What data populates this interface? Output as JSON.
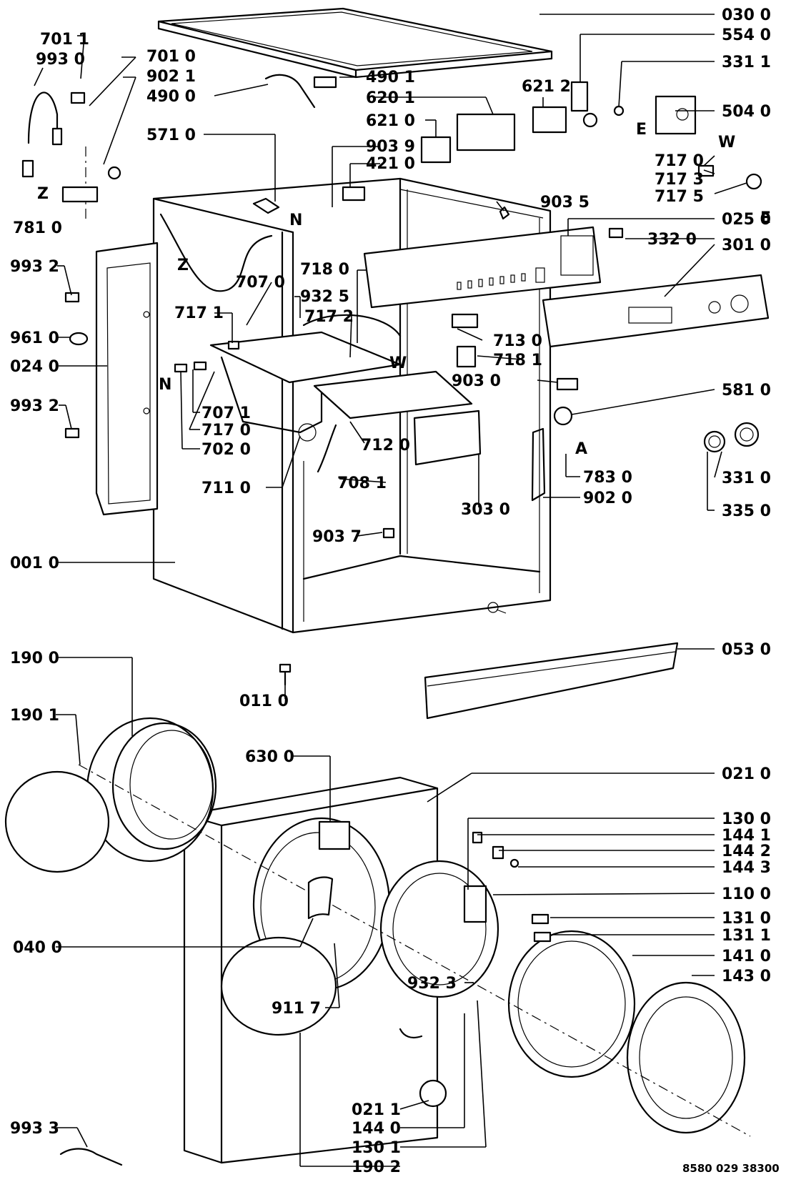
{
  "diagram": {
    "doc_code": "8580 029 38300",
    "callouts": [
      {
        "id": "c1",
        "text": "701 1"
      },
      {
        "id": "c2",
        "text": "993 0"
      },
      {
        "id": "c3",
        "text": "701 0"
      },
      {
        "id": "c4",
        "text": "902 1"
      },
      {
        "id": "c5",
        "text": "490 0"
      },
      {
        "id": "c6",
        "text": "490 1"
      },
      {
        "id": "c7",
        "text": "620 1"
      },
      {
        "id": "c8",
        "text": "030 0"
      },
      {
        "id": "c9",
        "text": "554 0"
      },
      {
        "id": "c10",
        "text": "331 1"
      },
      {
        "id": "c11",
        "text": "504 0"
      },
      {
        "id": "c12",
        "text": "621 2"
      },
      {
        "id": "c13",
        "text": "621 0"
      },
      {
        "id": "c14",
        "text": "903 9"
      },
      {
        "id": "c15",
        "text": "421 0"
      },
      {
        "id": "c16",
        "text": "571 0"
      },
      {
        "id": "c17",
        "text": "717 0"
      },
      {
        "id": "c18",
        "text": "717 3"
      },
      {
        "id": "c19",
        "text": "717 5"
      },
      {
        "id": "c20",
        "text": "781 0"
      },
      {
        "id": "c21",
        "text": "903 5"
      },
      {
        "id": "c22",
        "text": "025 0"
      },
      {
        "id": "c23",
        "text": "332 0"
      },
      {
        "id": "c24",
        "text": "301 0"
      },
      {
        "id": "c25",
        "text": "993 2"
      },
      {
        "id": "c26",
        "text": "707 0"
      },
      {
        "id": "c27",
        "text": "932 5"
      },
      {
        "id": "c28",
        "text": "718 0"
      },
      {
        "id": "c29",
        "text": "717 1"
      },
      {
        "id": "c30",
        "text": "717 2"
      },
      {
        "id": "c31",
        "text": "961 0"
      },
      {
        "id": "c32",
        "text": "024 0"
      },
      {
        "id": "c33",
        "text": "713 0"
      },
      {
        "id": "c34",
        "text": "718 1"
      },
      {
        "id": "c35",
        "text": "903 0"
      },
      {
        "id": "c36",
        "text": "993 2"
      },
      {
        "id": "c37",
        "text": "707 1"
      },
      {
        "id": "c38",
        "text": "717 0"
      },
      {
        "id": "c39",
        "text": "702 0"
      },
      {
        "id": "c40",
        "text": "712 0"
      },
      {
        "id": "c41",
        "text": "581 0"
      },
      {
        "id": "c42",
        "text": "711 0"
      },
      {
        "id": "c43",
        "text": "708 1"
      },
      {
        "id": "c44",
        "text": "783 0"
      },
      {
        "id": "c45",
        "text": "902 0"
      },
      {
        "id": "c46",
        "text": "331 0"
      },
      {
        "id": "c47",
        "text": "303 0"
      },
      {
        "id": "c48",
        "text": "335 0"
      },
      {
        "id": "c49",
        "text": "903 7"
      },
      {
        "id": "c50",
        "text": "001 0"
      },
      {
        "id": "c51",
        "text": "190 0"
      },
      {
        "id": "c52",
        "text": "053 0"
      },
      {
        "id": "c53",
        "text": "011 0"
      },
      {
        "id": "c54",
        "text": "190 1"
      },
      {
        "id": "c55",
        "text": "630 0"
      },
      {
        "id": "c56",
        "text": "021 0"
      },
      {
        "id": "c57",
        "text": "130 0"
      },
      {
        "id": "c58",
        "text": "144 1"
      },
      {
        "id": "c59",
        "text": "144 2"
      },
      {
        "id": "c60",
        "text": "144 3"
      },
      {
        "id": "c61",
        "text": "110 0"
      },
      {
        "id": "c62",
        "text": "131 0"
      },
      {
        "id": "c63",
        "text": "131 1"
      },
      {
        "id": "c64",
        "text": "040 0"
      },
      {
        "id": "c65",
        "text": "141 0"
      },
      {
        "id": "c66",
        "text": "143 0"
      },
      {
        "id": "c67",
        "text": "932 3"
      },
      {
        "id": "c68",
        "text": "911 7"
      },
      {
        "id": "c69",
        "text": "993 3"
      },
      {
        "id": "c70",
        "text": "021 1"
      },
      {
        "id": "c71",
        "text": "144 0"
      },
      {
        "id": "c72",
        "text": "130 1"
      },
      {
        "id": "c73",
        "text": "190 2"
      }
    ],
    "markers": [
      {
        "id": "m1",
        "text": "Z"
      },
      {
        "id": "m2",
        "text": "Z"
      },
      {
        "id": "m3",
        "text": "N"
      },
      {
        "id": "m4",
        "text": "N"
      },
      {
        "id": "m5",
        "text": "E"
      },
      {
        "id": "m6",
        "text": "E"
      },
      {
        "id": "m7",
        "text": "W"
      },
      {
        "id": "m8",
        "text": "W"
      },
      {
        "id": "m9",
        "text": "A"
      }
    ]
  }
}
